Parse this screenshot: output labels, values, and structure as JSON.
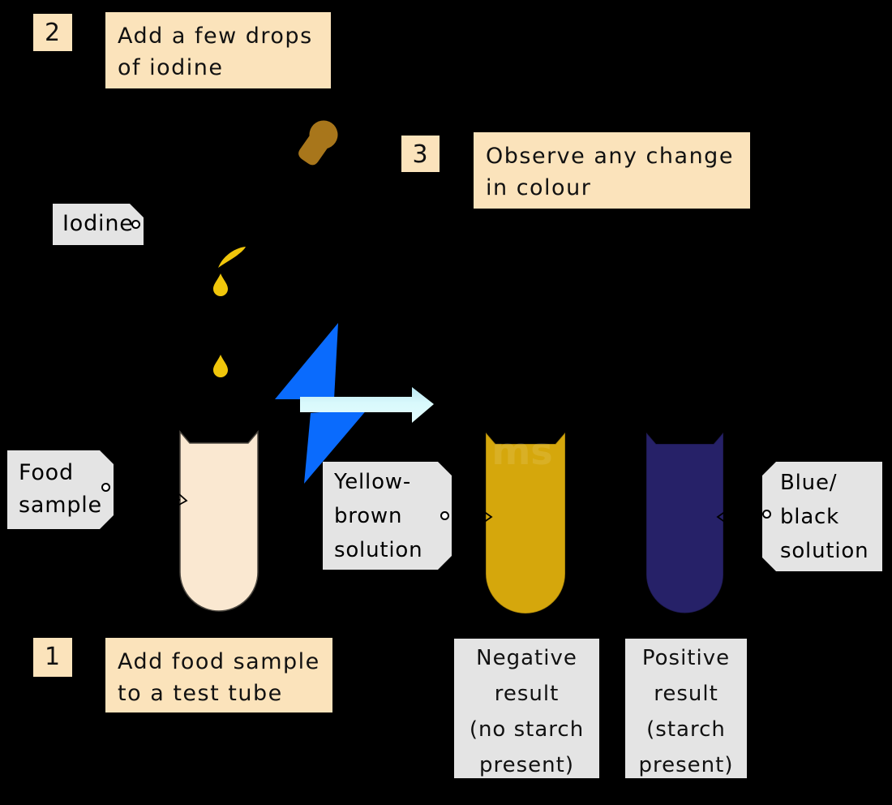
{
  "steps": [
    {
      "number": "1",
      "lines": [
        "Add food sample",
        "to a test tube"
      ]
    },
    {
      "number": "2",
      "lines": [
        "Add a few drops",
        "of iodine"
      ]
    },
    {
      "number": "3",
      "lines": [
        "Observe any change",
        "in colour"
      ]
    }
  ],
  "labels": {
    "iodine": {
      "lines": [
        "Iodine"
      ]
    },
    "food_sample": {
      "lines": [
        "Food",
        "sample"
      ]
    },
    "yellow_brown": {
      "lines": [
        "Yellow-",
        "brown",
        "solution"
      ]
    },
    "blue_black": {
      "lines": [
        "Blue/",
        "black",
        "solution"
      ]
    }
  },
  "results": [
    {
      "lines": [
        "Negative",
        "result",
        "(no starch",
        "present)"
      ]
    },
    {
      "lines": [
        "Positive",
        "result",
        "(starch",
        "present)"
      ]
    }
  ],
  "watermark": "ms",
  "colors": {
    "background": "#000000",
    "step_box": "#fbe3bb",
    "label_box": "#e4e4e4",
    "food_sample_liquid": "#fae8d1",
    "negative_liquid": "#d5a70c",
    "positive_liquid": "#262168",
    "lightning_bolt": "#0a6bfd",
    "arrow": "#d6f7fb",
    "dropper_bulb": "#a8761b",
    "iodine_drop": "#f0c60b"
  }
}
